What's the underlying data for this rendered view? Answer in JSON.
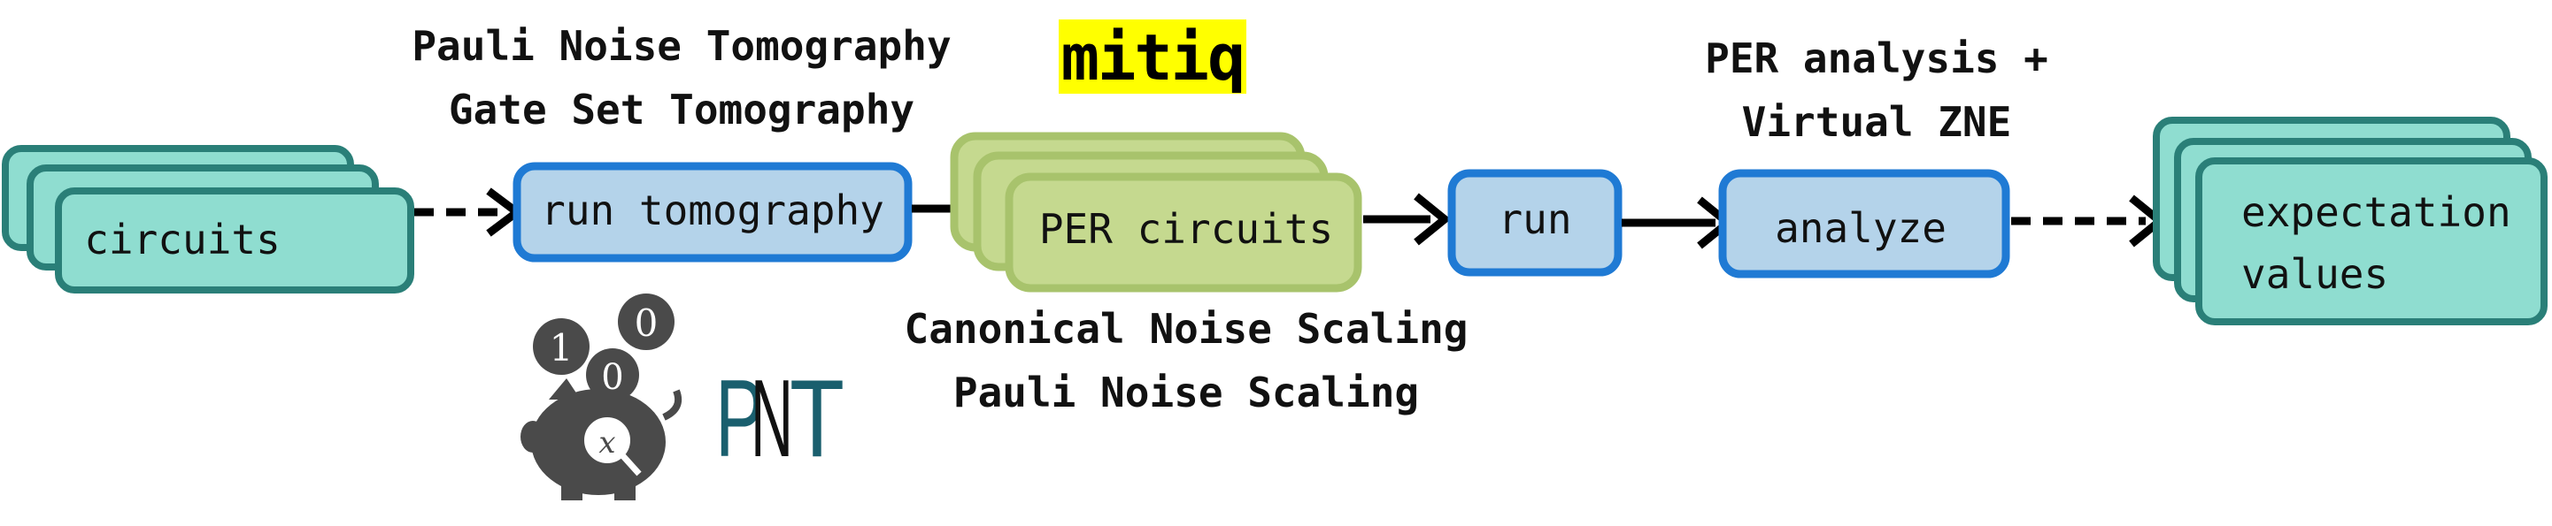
{
  "diagram": {
    "nodes": {
      "circuits": {
        "label": "circuits"
      },
      "run_tomography": {
        "label": "run tomography"
      },
      "per_circuits": {
        "label": "PER circuits"
      },
      "run": {
        "label": "run"
      },
      "analyze": {
        "label": "analyze"
      },
      "expectation_values": {
        "label_line1": "expectation",
        "label_line2": "values"
      }
    },
    "annotations": {
      "tomography_line1": "Pauli Noise Tomography",
      "tomography_line2": "Gate Set Tomography",
      "scaling_line1": "Canonical Noise Scaling",
      "scaling_line2": "Pauli Noise Scaling",
      "analysis_line1": "PER analysis +",
      "analysis_line2": "Virtual ZNE"
    },
    "logos": {
      "mitiq": "mitiq",
      "pnt_p": "P",
      "pnt_n": "N",
      "pnt_t": "T",
      "coin1": "1",
      "coin2": "0",
      "coin3": "0",
      "belly": "x"
    },
    "colors": {
      "teal_fill": "#8fddd0",
      "teal_stroke": "#2a7f78",
      "blue_fill": "#b4d3ea",
      "blue_stroke": "#1f7ad4",
      "green_fill": "#c5d98f",
      "green_stroke": "#a8c36c",
      "mitiq_bg": "#ffff00",
      "pnt_teal": "#1a5f6e",
      "piggy_gray": "#4a4a4a"
    }
  }
}
